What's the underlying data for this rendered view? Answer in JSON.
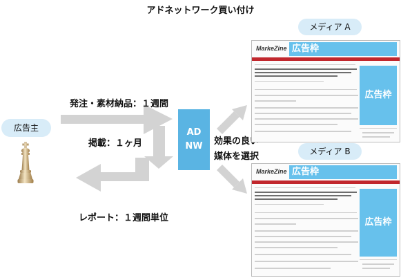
{
  "title": "アドネットワーク買い付け",
  "advertiser": {
    "label": "広告主",
    "icon": "chess-king-icon"
  },
  "flows": {
    "order": "発注・素材納品：１週間",
    "publish": "掲載：１ヶ月",
    "report": "レポート：１週間単位"
  },
  "adnw": {
    "line1": "AD",
    "line2": "NW"
  },
  "selection": {
    "line1": "効果の良い",
    "line2": "媒体を選択"
  },
  "media_a": {
    "label": "メディア A",
    "logo": "MarkeZine",
    "ad_top": "広告枠",
    "ad_side": "広告枠"
  },
  "media_b": {
    "label": "メディア B",
    "logo": "MarkeZine",
    "ad_top": "広告枠",
    "ad_side": "広告枠"
  },
  "colors": {
    "arrow": "#d3d3d3",
    "adnw": "#5ab4e3",
    "pill": "#d8ecf8",
    "ad_frame": "#67c1ec",
    "nav": "#c1272d"
  }
}
